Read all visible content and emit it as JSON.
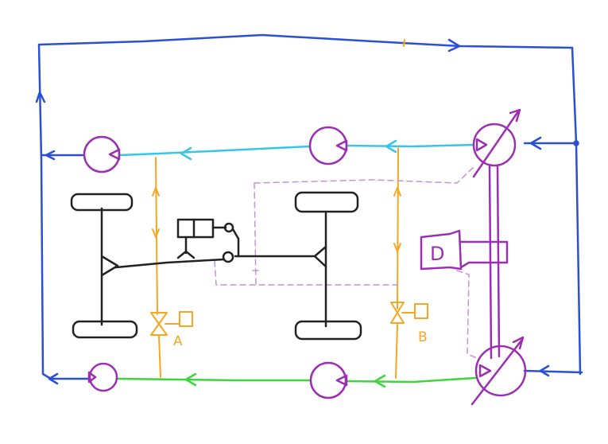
{
  "diagram": {
    "valves": [
      {
        "id": "A",
        "label": "A"
      },
      {
        "id": "B",
        "label": "B"
      }
    ],
    "engine": {
      "label": "D"
    },
    "colors": {
      "return_loop": "#2b4fd6",
      "supply_line": "#36c6e8",
      "lower_line": "#3dd63d",
      "branch_line": "#f5a623",
      "motor": "#9b2fb2",
      "axle": "#222222",
      "control_dashed": "#c493d6"
    },
    "icons": [
      "hydraulic-pump-icon",
      "hydraulic-motor-icon",
      "valve-icon",
      "cylinder-icon",
      "diesel-engine-icon",
      "wheel-icon"
    ]
  }
}
